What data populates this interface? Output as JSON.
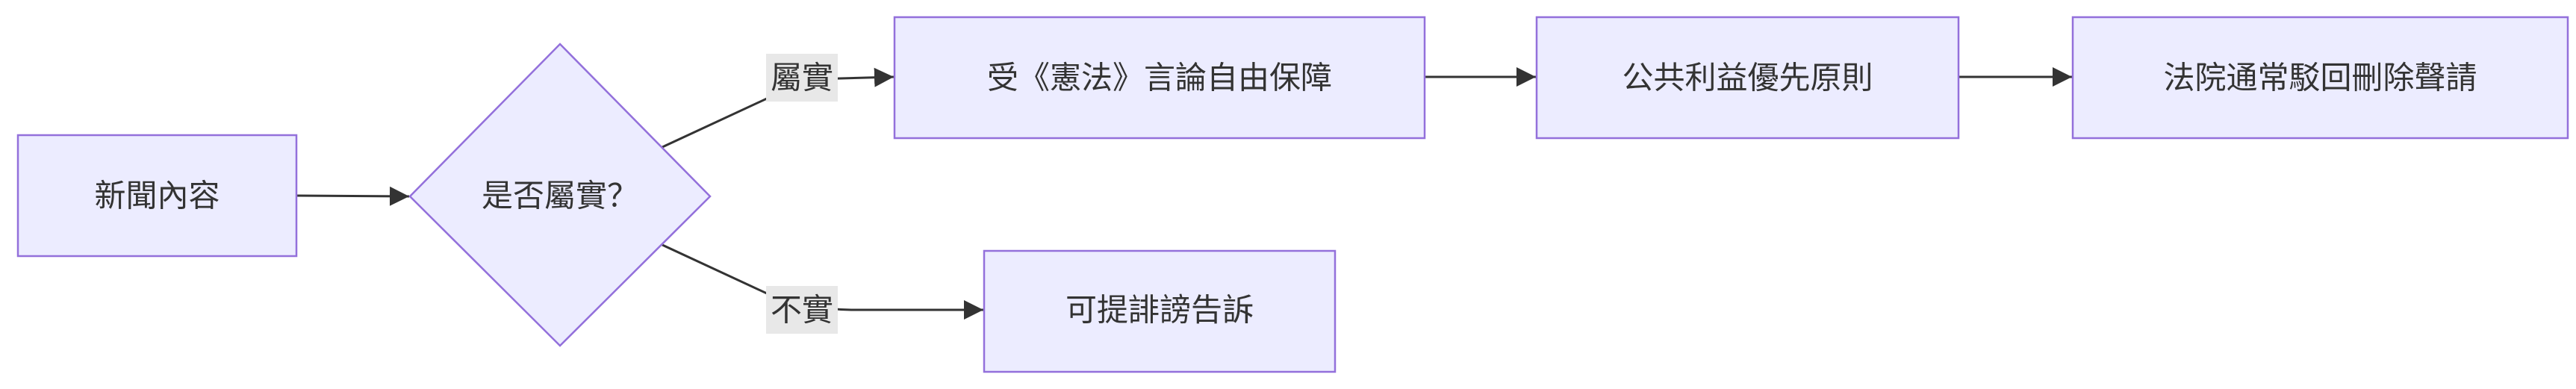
{
  "flowchart": {
    "nodes": {
      "news_content": "新聞內容",
      "is_true": "是否屬實？",
      "constitution": "受《憲法》言論自由保障",
      "public_interest": "公共利益優先原則",
      "court_rejects": "法院通常駁回刪除聲請",
      "defamation": "可提誹謗告訴"
    },
    "edges": {
      "true_label": "屬實",
      "false_label": "不實"
    }
  },
  "colors": {
    "node_fill": "#ECECFF",
    "node_stroke": "#9370DB",
    "line": "#333333",
    "label_bg": "#e8e8e8",
    "text": "#333333"
  }
}
